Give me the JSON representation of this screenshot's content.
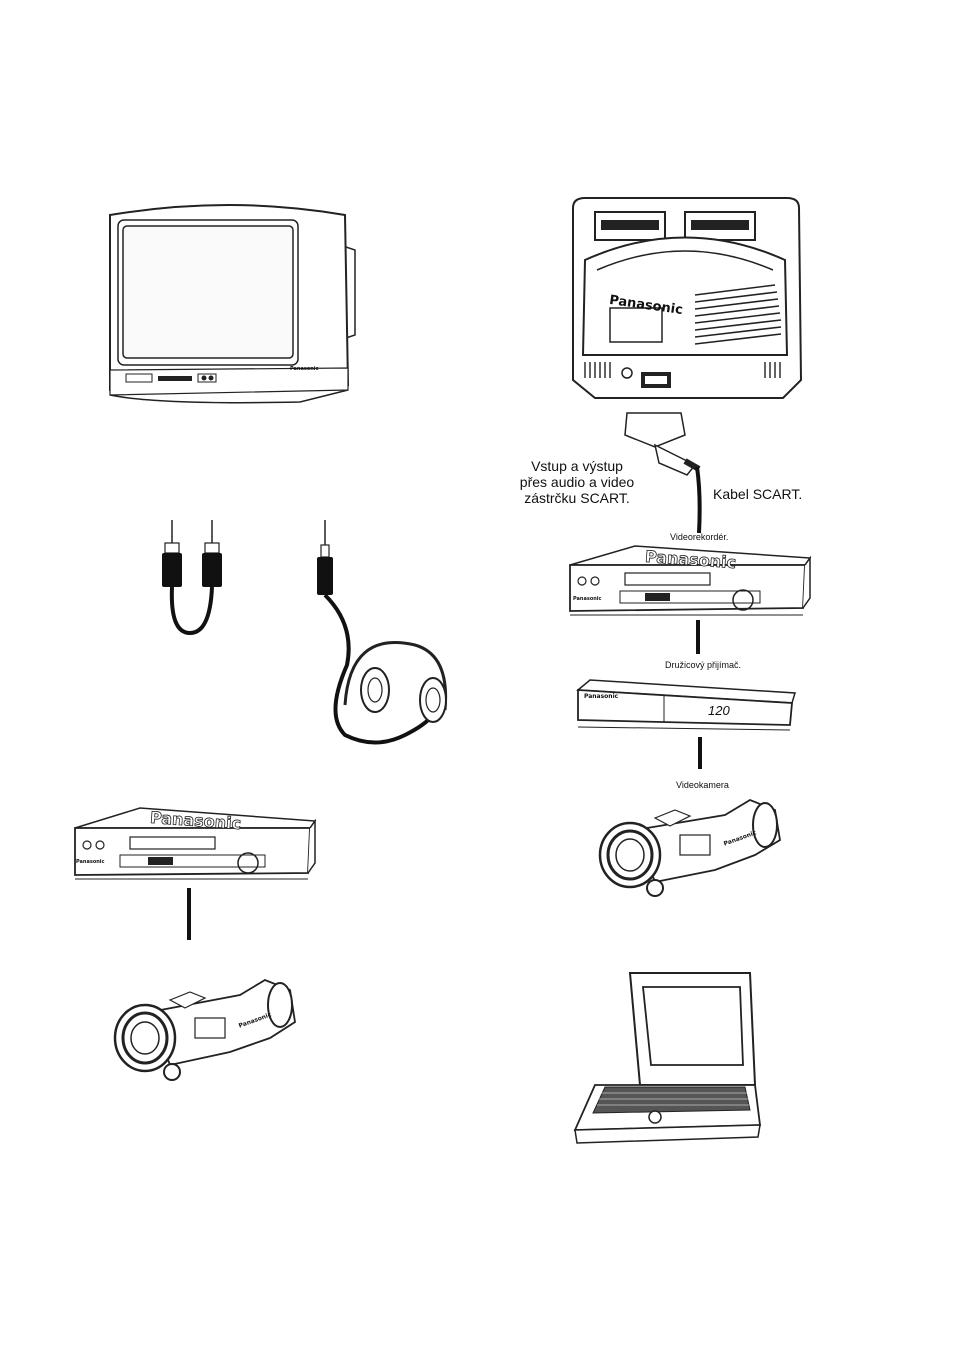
{
  "brand": "Panasonic",
  "labels": {
    "scart_input": "Vstup a výstup\npřes audio a video\nzástrčku SCART.",
    "scart_cable": "Kabel SCART.",
    "vcr": "Videorekordér.",
    "satellite": "Družicový přijímač.",
    "camcorder": "Videokamera"
  },
  "satellite_display": "120"
}
